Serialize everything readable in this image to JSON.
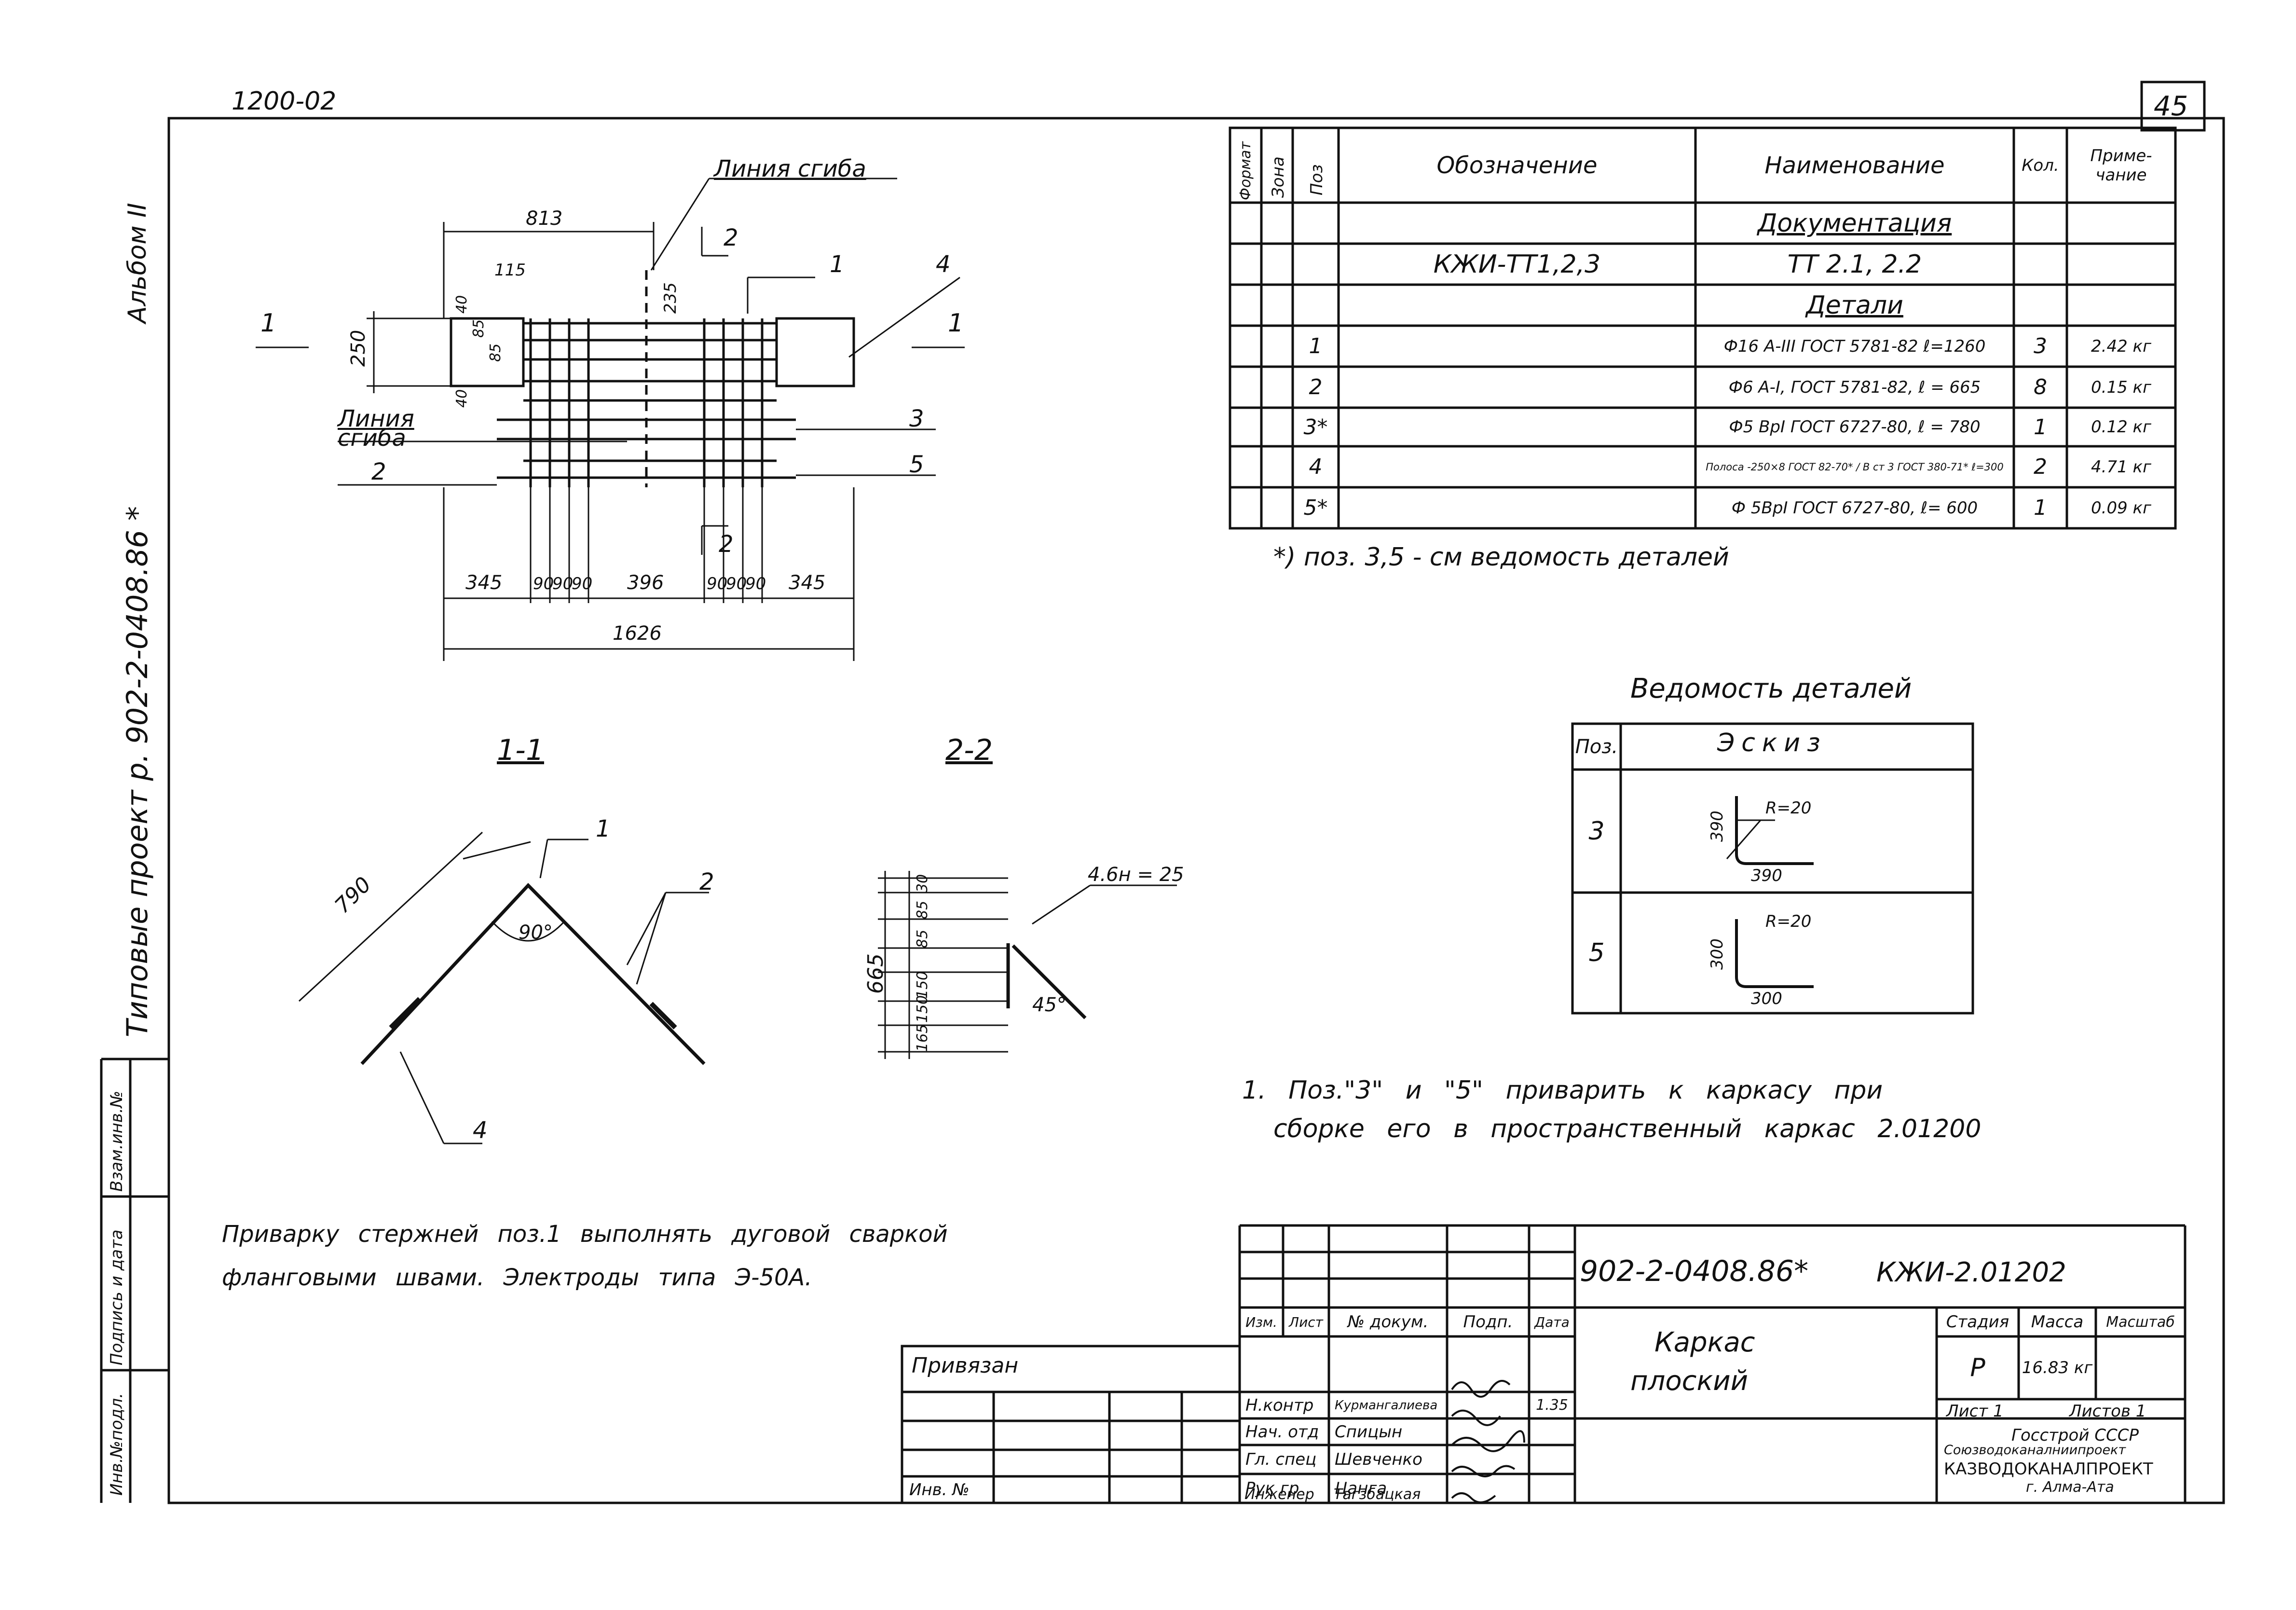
{
  "sheet": {
    "top_left_code": "1200-02",
    "page_number": "45",
    "album": "Альбом II",
    "project_vertical": "Типовые проект р. 902-2-0408.86 *",
    "side_stamp": [
      "Инв.№подл.",
      "Подпись и дата",
      "Взам.инв.№"
    ]
  },
  "plan_view": {
    "fold_line_top": "Линия сгиба",
    "fold_line_left": "Линия",
    "fold_line_left2": "сгиба",
    "dims": [
      "813",
      "115",
      "235",
      "250",
      "40",
      "85",
      "85",
      "40",
      "345",
      "90",
      "90",
      "90",
      "396",
      "90",
      "90",
      "90",
      "345",
      "1626"
    ],
    "callouts": [
      "1",
      "4",
      "3",
      "5",
      "2",
      "2",
      "2",
      "1",
      "1"
    ]
  },
  "section_1_1": {
    "title": "1-1",
    "dim_length": "790",
    "angle": "90°",
    "callouts": [
      "1",
      "2",
      "4"
    ]
  },
  "section_2_2": {
    "title": "2-2",
    "dims": [
      "30",
      "85",
      "85",
      "150",
      "150",
      "165",
      "665"
    ],
    "weld_note": "4.6н = 25",
    "angle": "45°"
  },
  "spec_table": {
    "headers": [
      "Формат",
      "Зона",
      "Поз",
      "Обозначение",
      "Наименование",
      "Кол.",
      "Приме-чание"
    ],
    "rows": [
      {
        "pos": "",
        "designation": "",
        "name": "Документация",
        "qty": "",
        "note": "",
        "heading": true
      },
      {
        "pos": "",
        "designation": "КЖИ-ТТ1,2,3",
        "name": "ТТ 2.1, 2.2",
        "qty": "",
        "note": ""
      },
      {
        "pos": "",
        "designation": "",
        "name": "Детали",
        "qty": "",
        "note": "",
        "heading": true
      },
      {
        "pos": "1",
        "designation": "",
        "name": "Ф16 А-III ГОСТ 5781-82 ℓ=1260",
        "qty": "3",
        "note": "2.42 кг"
      },
      {
        "pos": "2",
        "designation": "",
        "name": "Ф6 А-I, ГОСТ 5781-82, ℓ = 665",
        "qty": "8",
        "note": "0.15 кг"
      },
      {
        "pos": "3*",
        "designation": "",
        "name": "Ф5 ВрI ГОСТ 6727-80, ℓ = 780",
        "qty": "1",
        "note": "0.12 кг"
      },
      {
        "pos": "4",
        "designation": "",
        "name": "Полоса -250×8 ГОСТ 82-70* / В ст 3 ГОСТ 380-71* ℓ=300",
        "qty": "2",
        "note": "4.71 кг"
      },
      {
        "pos": "5*",
        "designation": "",
        "name": "Ф 5ВрI ГОСТ 6727-80, ℓ= 600",
        "qty": "1",
        "note": "0.09 кг"
      }
    ],
    "footnote": "*) поз. 3,5 - см ведомость деталей"
  },
  "details_schedule": {
    "title": "Ведомость деталей",
    "headers": [
      "Поз.",
      "Эскиз"
    ],
    "rows": [
      {
        "pos": "3",
        "vertical": "390",
        "horizontal": "390",
        "radius": "R=20"
      },
      {
        "pos": "5",
        "vertical": "300",
        "horizontal": "300",
        "radius": "R=20"
      }
    ]
  },
  "notes": {
    "note1_line1": "1. Поз.\"3\" и \"5\" приварить к каркасу при",
    "note1_line2": "сборке его в пространственный каркас 2.01200",
    "weld_line1": "Приварку стержней поз.1 выполнять дуговой сваркой",
    "weld_line2": "фланговыми швами. Электроды типа Э-50А."
  },
  "title_block": {
    "project_code": "902-2-0408.86*",
    "drawing_code": "КЖИ-2.01202",
    "name_line1": "Каркас",
    "name_line2": "плоский",
    "stage_label": "Стадия",
    "mass_label": "Масса",
    "scale_label": "Масштаб",
    "stage": "Р",
    "mass": "16.83 кг",
    "sheet_label": "Лист 1",
    "sheets_label": "Листов 1",
    "org_line1": "Госстрой СССР",
    "org_line2": "Союзводоканалниипроект",
    "org_line3": "КАЗВОДОКАНАЛПРОЕКТ",
    "org_line4": "г. Алма-Ата",
    "rev_headers": [
      "Изм.",
      "Лист",
      "№ докум.",
      "Подп.",
      "Дата"
    ],
    "signatures": [
      {
        "role": "Н.контр",
        "name": "Курмангалиева"
      },
      {
        "role": "Нач. отд",
        "name": "Спицын"
      },
      {
        "role": "Гл. спец",
        "name": "Шевченко"
      },
      {
        "role": "Рук гр",
        "name": "Цанга"
      },
      {
        "role": "Инженер",
        "name": "Тагзбацкая"
      }
    ],
    "date1": "1.35",
    "bound_label": "Привязан",
    "inv_label": "Инв. №"
  },
  "colors": {
    "ink": "#111111",
    "paper": "#ffffff"
  }
}
